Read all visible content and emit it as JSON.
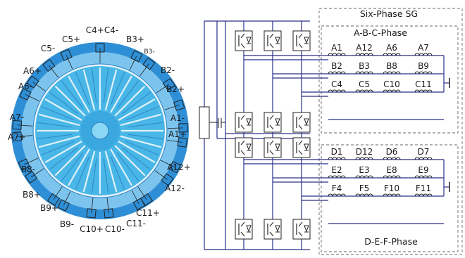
{
  "colors": {
    "stator_outer": "#2f8fd6",
    "stator_mid": "#7cc4ee",
    "stator_inner": "#cfe9fa",
    "rotor": "#48b6e6",
    "shaft": "#8ad6f5",
    "wire": "#2a2f8a",
    "line": "#222222"
  },
  "machine": {
    "left_labels": [
      "C5-",
      "C5+",
      "C4+C4-",
      "B3+",
      "B3-",
      "B2-",
      "B2+",
      "A1-",
      "A1+",
      "A12+",
      "A12-",
      "C11+",
      "C11-",
      "C10+",
      "C10-",
      "B9-",
      "B9+",
      "B8+",
      "B8-",
      "A7+",
      "A7-",
      "A6-",
      "A6+"
    ]
  },
  "circuit": {
    "title": "Six-Phase SG",
    "group1_title": "A-B-C-Phase",
    "group2_title": "D-E-F-Phase",
    "group1_rows": [
      [
        "A1",
        "A12",
        "A6",
        "A7"
      ],
      [
        "B2",
        "B3",
        "B8",
        "B9"
      ],
      [
        "C4",
        "C5",
        "C10",
        "C11"
      ]
    ],
    "group2_rows": [
      [
        "D1",
        "D12",
        "D6",
        "D7"
      ],
      [
        "E2",
        "E3",
        "E8",
        "E9"
      ],
      [
        "F4",
        "F5",
        "F10",
        "F11"
      ]
    ]
  }
}
